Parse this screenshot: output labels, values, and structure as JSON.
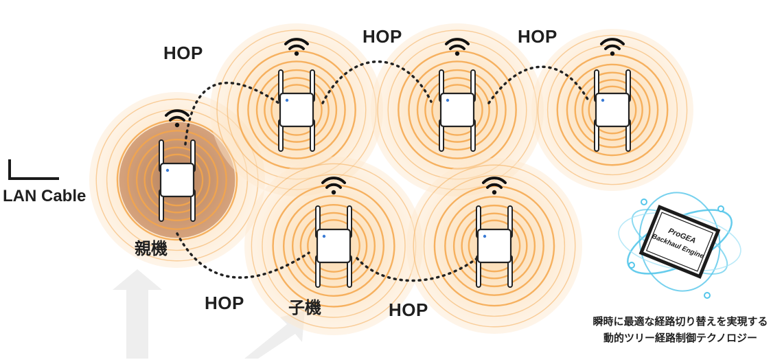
{
  "diagram": {
    "labels": {
      "lan_cable": "LAN Cable",
      "parent": "親機",
      "child": "子機",
      "hop": "HOP"
    },
    "chip_text": {
      "line1": "ProGEA",
      "line2": "Backhaul Engine"
    },
    "caption": {
      "line1": "瞬時に最適な経路切り替えを実現する",
      "line2": "動的ツリー経路制御テクノロジー"
    },
    "colors": {
      "ring": "#f4a64a",
      "ring_fill": "#fde6c6",
      "parent_core": "#c48a62",
      "link": "#222222",
      "chip_glow": "#55c6ea"
    },
    "nodes": [
      {
        "id": "parent",
        "role": "parent",
        "icon": "wifi-icon"
      },
      {
        "id": "top-1",
        "role": "child",
        "icon": "wifi-icon"
      },
      {
        "id": "top-2",
        "role": "child",
        "icon": "wifi-icon"
      },
      {
        "id": "top-3",
        "role": "child",
        "icon": "wifi-icon"
      },
      {
        "id": "bottom-1",
        "role": "child",
        "icon": "wifi-icon"
      },
      {
        "id": "bottom-2",
        "role": "child",
        "icon": "wifi-icon"
      }
    ],
    "links": [
      {
        "from": "parent",
        "to": "top-1",
        "label": "HOP"
      },
      {
        "from": "top-1",
        "to": "top-2",
        "label": "HOP"
      },
      {
        "from": "top-2",
        "to": "top-3",
        "label": "HOP"
      },
      {
        "from": "parent",
        "to": "bottom-1",
        "label": "HOP"
      },
      {
        "from": "bottom-1",
        "to": "bottom-2",
        "label": "HOP"
      }
    ]
  }
}
